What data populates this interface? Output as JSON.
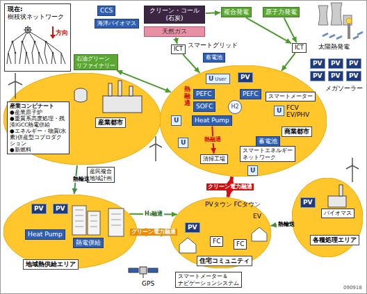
{
  "diagram": {
    "nodes": [
      {
        "text": [
          "現在:",
          "樹枝状ネットワーク"
        ]
      },
      {
        "text": [
          "CCS"
        ]
      },
      {
        "text": [
          "海洋バイオマス"
        ]
      },
      {
        "text": [
          "クリーン・コール (石炭)"
        ]
      },
      {
        "text": [
          "天然ガス"
        ]
      },
      {
        "text": [
          "複合発電"
        ]
      },
      {
        "text": [
          "原子力発電"
        ]
      },
      {
        "text": [
          "ICT"
        ]
      },
      {
        "text": [
          "蓄電池"
        ]
      },
      {
        "text": [
          "ICT"
        ]
      },
      {
        "text": [
          "石油グリーン リファイナリー"
        ]
      },
      {
        "text": [
          "産業都市"
        ]
      },
      {
        "text": [
          "産業コンビナート",
          "●産業原子炉",
          "●重質系高度処理・残渣IGCC熱電併給",
          "●エネルギー・物質(水素)併産型コプロダクション",
          "●新燃料"
        ],
        "in": 11
      },
      {
        "text": [
          "産民複合 地域計画"
        ]
      },
      {
        "text": [
          "商業都市"
        ]
      },
      {
        "text": [
          "U",
          "User"
        ],
        "in": 14
      },
      {
        "text": [
          "PV"
        ],
        "in": 14
      },
      {
        "text": [
          "U"
        ],
        "in": 14
      },
      {
        "text": [
          "PEFC"
        ],
        "in": 14
      },
      {
        "text": [
          "SOFC"
        ],
        "in": 14
      },
      {
        "text": [
          "H2"
        ],
        "in": 14
      },
      {
        "text": [
          "Heat Pump"
        ],
        "in": 14
      },
      {
        "text": [
          "PEFC"
        ],
        "in": 14
      },
      {
        "text": [
          "U"
        ],
        "in": 14
      },
      {
        "text": [
          "スマートメーター"
        ],
        "in": 14
      },
      {
        "text": [
          "蓄電池"
        ],
        "in": 14
      },
      {
        "text": [
          "U"
        ],
        "in": 14
      },
      {
        "text": [
          "スマートエネルギー ネットワーク"
        ],
        "in": 14
      },
      {
        "text": [
          "U"
        ],
        "in": 14
      },
      {
        "text": [
          "清掃工場"
        ],
        "in": 14
      },
      {
        "text": [
          "PV"
        ]
      },
      {
        "text": [
          "PV"
        ]
      },
      {
        "text": [
          "PV"
        ]
      },
      {
        "text": [
          "PV"
        ]
      },
      {
        "text": [
          "PV"
        ]
      },
      {
        "text": [
          "PV"
        ]
      },
      {
        "text": [
          "地域熱供給エリア"
        ]
      },
      {
        "text": [
          "PV"
        ],
        "in": 36
      },
      {
        "text": [
          "PV"
        ],
        "in": 36
      },
      {
        "text": [
          "Heat Pump"
        ],
        "in": 36
      },
      {
        "text": [
          "熱電併給"
        ],
        "in": 36
      },
      {
        "text": [
          "住宅コミュニティ"
        ]
      },
      {
        "text": [
          "PV"
        ],
        "in": 41
      },
      {
        "text": [
          "FC"
        ],
        "in": 41
      },
      {
        "text": [
          "FC"
        ],
        "in": 41
      },
      {
        "text": [
          "各種処理エリア"
        ]
      },
      {
        "text": [
          "PV"
        ],
        "in": 45
      },
      {
        "text": [
          "バイオマス"
        ],
        "in": 45
      },
      {
        "text": [
          "スマートメーター＆ ナビゲーションシステム"
        ]
      }
    ],
    "edges": [
      {
        "from": 3,
        "to": 5,
        "arrow": "to"
      },
      {
        "from": 4,
        "to": 7,
        "arrow": "to"
      },
      {
        "from": 6,
        "to": 9,
        "arrow": "to"
      },
      {
        "from": 7,
        "to": 14,
        "arrow": "to"
      },
      {
        "from": 9,
        "to": 14,
        "arrow": "to"
      },
      {
        "from": 10,
        "to": 14,
        "arrow": "both"
      },
      {
        "from": 11,
        "to": 36,
        "label": "熱輸送",
        "arrow": "to"
      },
      {
        "from": 14,
        "to": 41,
        "label": "クリーン電力融通",
        "arrow": "both"
      },
      {
        "from": 36,
        "to": 41,
        "label": "グリーン電力融通",
        "arrow": "both"
      },
      {
        "from": 36,
        "to": 41,
        "label": "H₂融通",
        "arrow": "to"
      },
      {
        "from": 45,
        "to": 41,
        "label": "熱輸送",
        "arrow": "to"
      },
      {
        "from": 21,
        "to": 29,
        "label": "熱融通",
        "arrow": "to"
      },
      {
        "from": 5,
        "to": 9,
        "arrow": "to"
      }
    ],
    "labels": [
      "方向",
      "スマートグリッド",
      "太陽熱発電",
      "メガソーラー",
      "熱融通",
      "FCV",
      "EV/PHV",
      "PVタウン FCタウン",
      "EV",
      "GPS",
      "090918"
    ]
  }
}
